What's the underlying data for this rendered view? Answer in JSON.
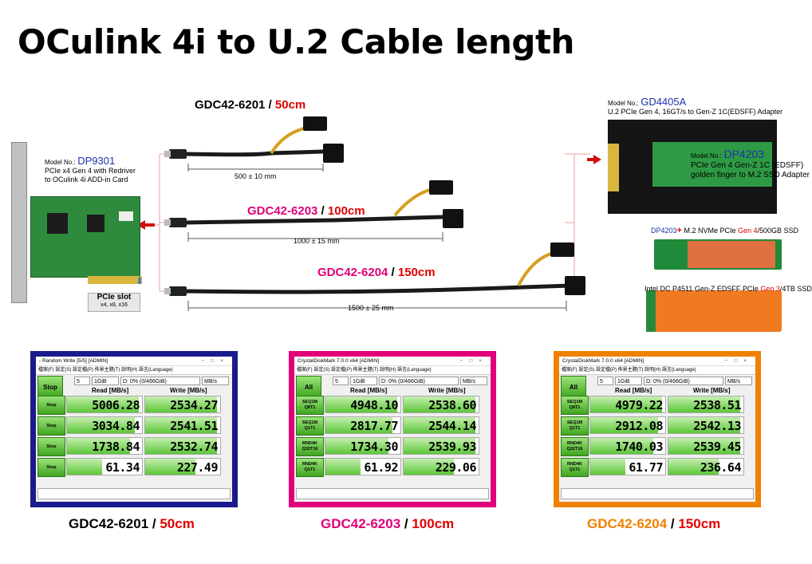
{
  "title": "OCulink 4i to U.2 Cable length",
  "cables": [
    {
      "part": "GDC42-6201",
      "sep": " / ",
      "length": "50cm",
      "dim": "500 ± 10 mm"
    },
    {
      "part": "GDC42-6203",
      "sep": " / ",
      "length": "100cm",
      "dim": "1000 ± 15 mm"
    },
    {
      "part": "GDC42-6204",
      "sep": " / ",
      "length": "150cm",
      "dim": "1500 ± 25 mm"
    }
  ],
  "left_card": {
    "model_label": "Model No.:",
    "model": "DP9301",
    "desc1": "PCIe x4 Gen 4 with Redriver",
    "desc2": "to OCulink 4i ADD-in Card",
    "slot1": "PCIe slot",
    "slot2": "x4, x8, x16"
  },
  "right_adapter": {
    "model_label": "Model No.:",
    "model": "GD4405A",
    "desc": "U.2 PCIe Gen 4, 16GT/s to Gen-Z 1C(EDSFF) Adapter"
  },
  "inner_adapter": {
    "model_label": "Model No.:",
    "model": "DP4203",
    "desc1": "PCIe Gen 4 Gen-Z 1C (EDSFF)",
    "desc2": "golden finger to M.2 SSD Adapter"
  },
  "ssd1": {
    "pre": "DP4203",
    "plus": "+",
    "mid": " M.2 NVMe PCIe ",
    "gen": "Gen 4",
    "post": "/500GB SSD"
  },
  "ssd2": {
    "pre": "Intel DC P4511 Gen-Z EDSFF PCIe ",
    "gen": "Gen 3",
    "post": "/4TB SSD"
  },
  "colors": {
    "frame1": "#1a1a8c",
    "frame2": "#e0007a",
    "frame3": "#f08000",
    "accent_red": "#e00000",
    "model_blue": "#1a33a8"
  },
  "benchmarks": [
    {
      "title": "- Random Write [5/5] [ADMIN]",
      "menu": "檔案(F)  設定(S)  設定檔(P)  佈景主題(T)  說明(H)  語言(Language)",
      "main_btn": "Stop",
      "count": "5",
      "size": "1GiB",
      "drive": "D: 0% (0/466GiB)",
      "unit": "MB/s",
      "read_hdr": "Read [MB/s]",
      "write_hdr": "Write [MB/s]",
      "rows": [
        {
          "l1": "Stop",
          "l2": "",
          "read": "5006.28",
          "write": "2534.27"
        },
        {
          "l1": "Stop",
          "l2": "",
          "read": "3034.84",
          "write": "2541.51"
        },
        {
          "l1": "Stop",
          "l2": "",
          "read": "1738.84",
          "write": "2532.74"
        },
        {
          "l1": "Stop",
          "l2": "",
          "read": "61.34",
          "write": "227.49"
        }
      ]
    },
    {
      "title": "CrystalDiskMark 7.0.0 x64 [ADMIN]",
      "menu": "檔案(F)  設定(S)  設定檔(P)  佈景主題(T)  說明(H)  語言(Language)",
      "main_btn": "All",
      "count": "5",
      "size": "1GiB",
      "drive": "D: 0% (0/466GiB)",
      "unit": "MB/s",
      "read_hdr": "Read [MB/s]",
      "write_hdr": "Write [MB/s]",
      "rows": [
        {
          "l1": "SEQ1M",
          "l2": "Q8T1",
          "read": "4948.10",
          "write": "2538.60"
        },
        {
          "l1": "SEQ1M",
          "l2": "Q1T1",
          "read": "2817.77",
          "write": "2544.14"
        },
        {
          "l1": "RND4K",
          "l2": "Q32T16",
          "read": "1734.30",
          "write": "2539.93"
        },
        {
          "l1": "RND4K",
          "l2": "Q1T1",
          "read": "61.92",
          "write": "229.06"
        }
      ]
    },
    {
      "title": "CrystalDiskMark 7.0.0 x64 [ADMIN]",
      "menu": "檔案(F)  設定(S)  設定檔(P)  佈景主題(T)  說明(H)  語言(Language)",
      "main_btn": "All",
      "count": "5",
      "size": "1GiB",
      "drive": "D: 0% (0/466GiB)",
      "unit": "MB/s",
      "read_hdr": "Read [MB/s]",
      "write_hdr": "Write [MB/s]",
      "rows": [
        {
          "l1": "SEQ1M",
          "l2": "Q8T1",
          "read": "4979.22",
          "write": "2538.51"
        },
        {
          "l1": "SEQ1M",
          "l2": "Q1T1",
          "read": "2912.08",
          "write": "2542.13"
        },
        {
          "l1": "RND4K",
          "l2": "Q32T16",
          "read": "1740.03",
          "write": "2539.45"
        },
        {
          "l1": "RND4K",
          "l2": "Q1T1",
          "read": "61.77",
          "write": "236.64"
        }
      ]
    }
  ]
}
